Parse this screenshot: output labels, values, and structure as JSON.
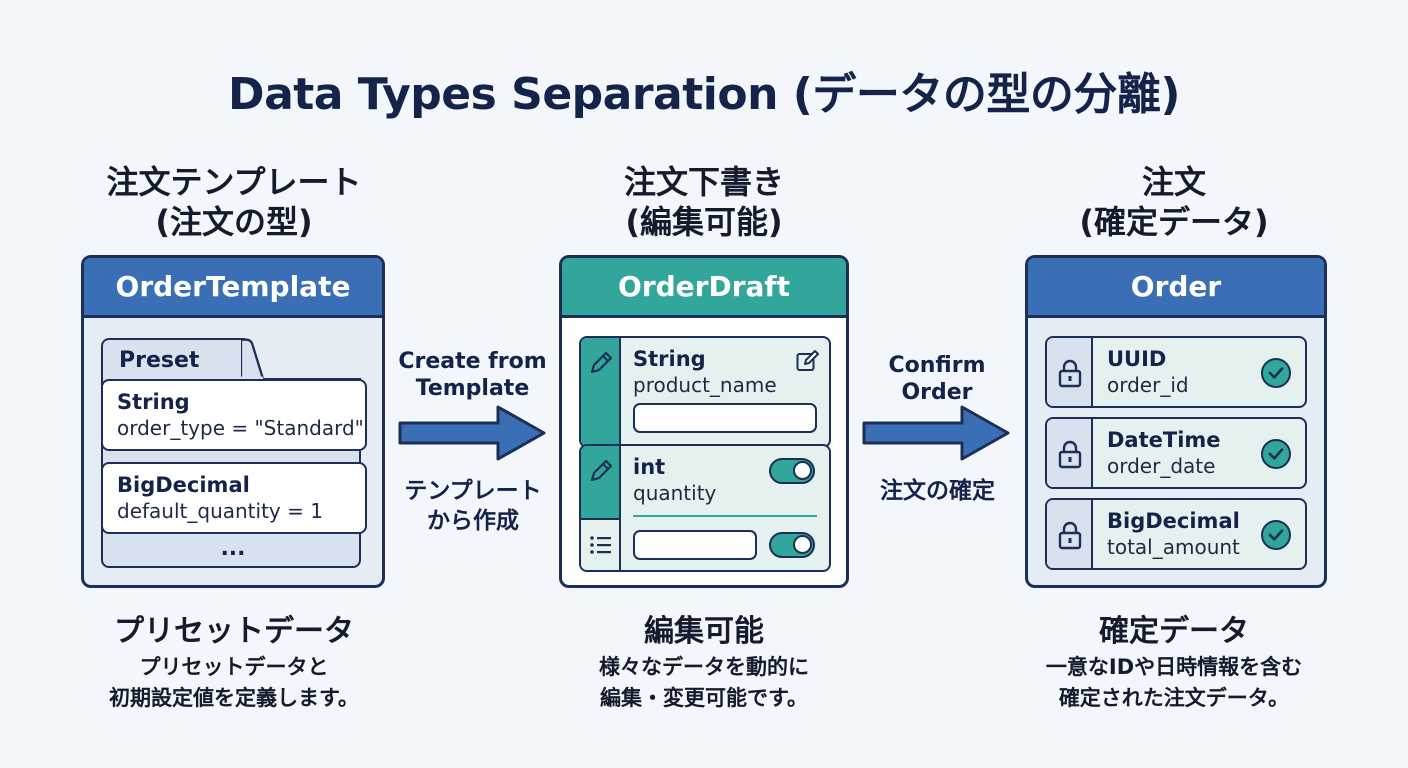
{
  "title": "Data Types Separation (データの型の分離)",
  "colors": {
    "navy": "#1b2f57",
    "blue": "#3b6fb5",
    "teal": "#33a69b",
    "panel": "#d8e2ee"
  },
  "columns": [
    {
      "heading": "注文テンプレート",
      "heading_sub": "(注文の型)",
      "card_title": "OrderTemplate",
      "tab_label": "Preset",
      "fields": [
        {
          "type": "String",
          "name": "order_type = \"Standard\""
        },
        {
          "type": "BigDecimal",
          "name": "default_quantity = 1"
        }
      ],
      "more": "...",
      "caption": "プリセットデータ",
      "description_lines": [
        "プリセットデータと",
        "初期設定値を定義します。"
      ]
    },
    {
      "heading": "注文下書き",
      "heading_sub": "(編集可能)",
      "card_title": "OrderDraft",
      "fields": [
        {
          "type": "String",
          "name": "product_name",
          "icon": "pencil-icon",
          "action_icon": "edit-icon"
        },
        {
          "type": "int",
          "name": "quantity",
          "icon": "pencil-icon",
          "action_icon": "toggle-on"
        }
      ],
      "extra_row_icon": "list-icon",
      "caption": "編集可能",
      "description_lines": [
        "様々なデータを動的に",
        "編集・変更可能です。"
      ]
    },
    {
      "heading": "注文",
      "heading_sub": "(確定データ)",
      "card_title": "Order",
      "fields": [
        {
          "type": "UUID",
          "name": "order_id",
          "icon": "lock-icon",
          "status_icon": "check-icon"
        },
        {
          "type": "DateTime",
          "name": "order_date",
          "icon": "lock-icon",
          "status_icon": "check-icon"
        },
        {
          "type": "BigDecimal",
          "name": "total_amount",
          "icon": "lock-icon",
          "status_icon": "check-icon"
        }
      ],
      "caption": "確定データ",
      "description_lines": [
        "一意なIDや日時情報を含む",
        "確定された注文データ。"
      ]
    }
  ],
  "arrows": [
    {
      "label_lines": [
        "Create from",
        "Template"
      ],
      "sub_lines": [
        "テンプレート",
        "から作成"
      ]
    },
    {
      "label_lines": [
        "Confirm",
        "Order"
      ],
      "sub_lines": [
        "注文の確定"
      ]
    }
  ]
}
